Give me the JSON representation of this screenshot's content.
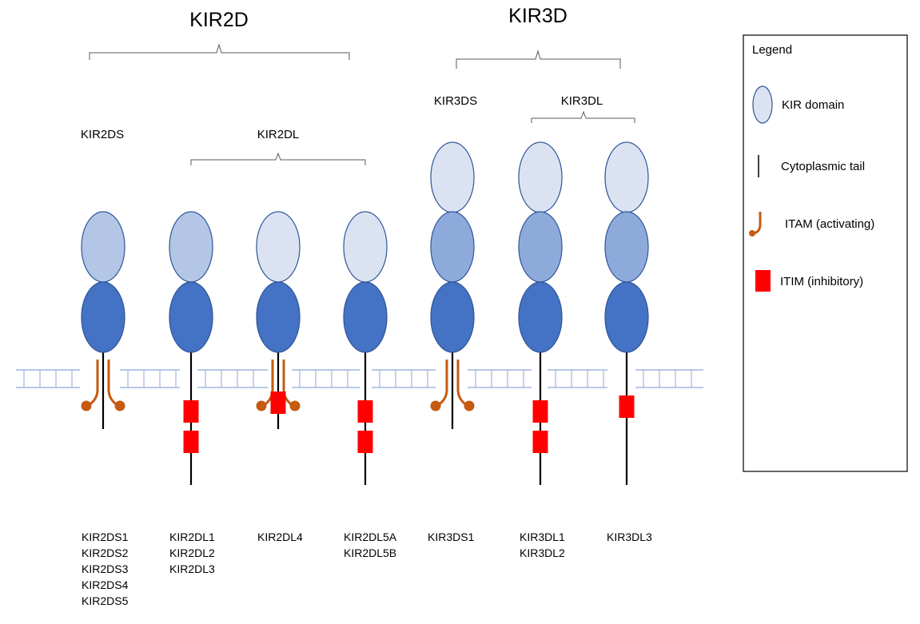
{
  "colors": {
    "domain_light": "#dbe3f2",
    "domain_mid": "#b3c6e6",
    "domain_mid2": "#8eaadb",
    "domain_dark": "#4472c4",
    "domain_stroke": "#2f5597",
    "membrane": "#8eaadb",
    "itam": "#c55a11",
    "itim": "#ff0000",
    "tail": "#000000"
  },
  "groups": {
    "kir2d": {
      "title": "KIR2D"
    },
    "kir3d": {
      "title": "KIR3D"
    }
  },
  "subgroups": {
    "kir2ds": "KIR2DS",
    "kir2dl": "KIR2DL",
    "kir3ds": "KIR3DS",
    "kir3dl": "KIR3DL"
  },
  "receptors": [
    {
      "id": "kir2ds",
      "domains": [
        "mid",
        "dark"
      ],
      "signal": "itam",
      "itim_count": 0,
      "genes": [
        "KIR2DS1",
        "KIR2DS2",
        "KIR2DS3",
        "KIR2DS4",
        "KIR2DS5"
      ]
    },
    {
      "id": "kir2dl-a",
      "domains": [
        "mid",
        "dark"
      ],
      "signal": "itim",
      "itim_count": 2,
      "genes": [
        "KIR2DL1",
        "KIR2DL2",
        "KIR2DL3"
      ]
    },
    {
      "id": "kir2dl4",
      "domains": [
        "light",
        "dark"
      ],
      "signal": "both",
      "itim_count": 1,
      "genes": [
        "KIR2DL4"
      ]
    },
    {
      "id": "kir2dl5",
      "domains": [
        "light",
        "dark"
      ],
      "signal": "itim",
      "itim_count": 2,
      "genes": [
        "KIR2DL5A",
        "KIR2DL5B"
      ]
    },
    {
      "id": "kir3ds1",
      "domains": [
        "light",
        "mid2",
        "dark"
      ],
      "signal": "itam",
      "itim_count": 0,
      "genes": [
        "KIR3DS1"
      ]
    },
    {
      "id": "kir3dl12",
      "domains": [
        "light",
        "mid2",
        "dark"
      ],
      "signal": "itim",
      "itim_count": 2,
      "genes": [
        "KIR3DL1",
        "KIR3DL2"
      ]
    },
    {
      "id": "kir3dl3",
      "domains": [
        "light",
        "mid2",
        "dark"
      ],
      "signal": "itim",
      "itim_count": 1,
      "genes": [
        "KIR3DL3"
      ]
    }
  ],
  "legend": {
    "title": "Legend",
    "items": [
      {
        "icon": "kir-domain-icon",
        "label": "KIR domain"
      },
      {
        "icon": "cytoplasmic-tail-icon",
        "label": "Cytoplasmic tail"
      },
      {
        "icon": "itam-icon",
        "label": "ITAM (activating)"
      },
      {
        "icon": "itim-icon",
        "label": "ITIM (inhibitory)"
      }
    ]
  }
}
